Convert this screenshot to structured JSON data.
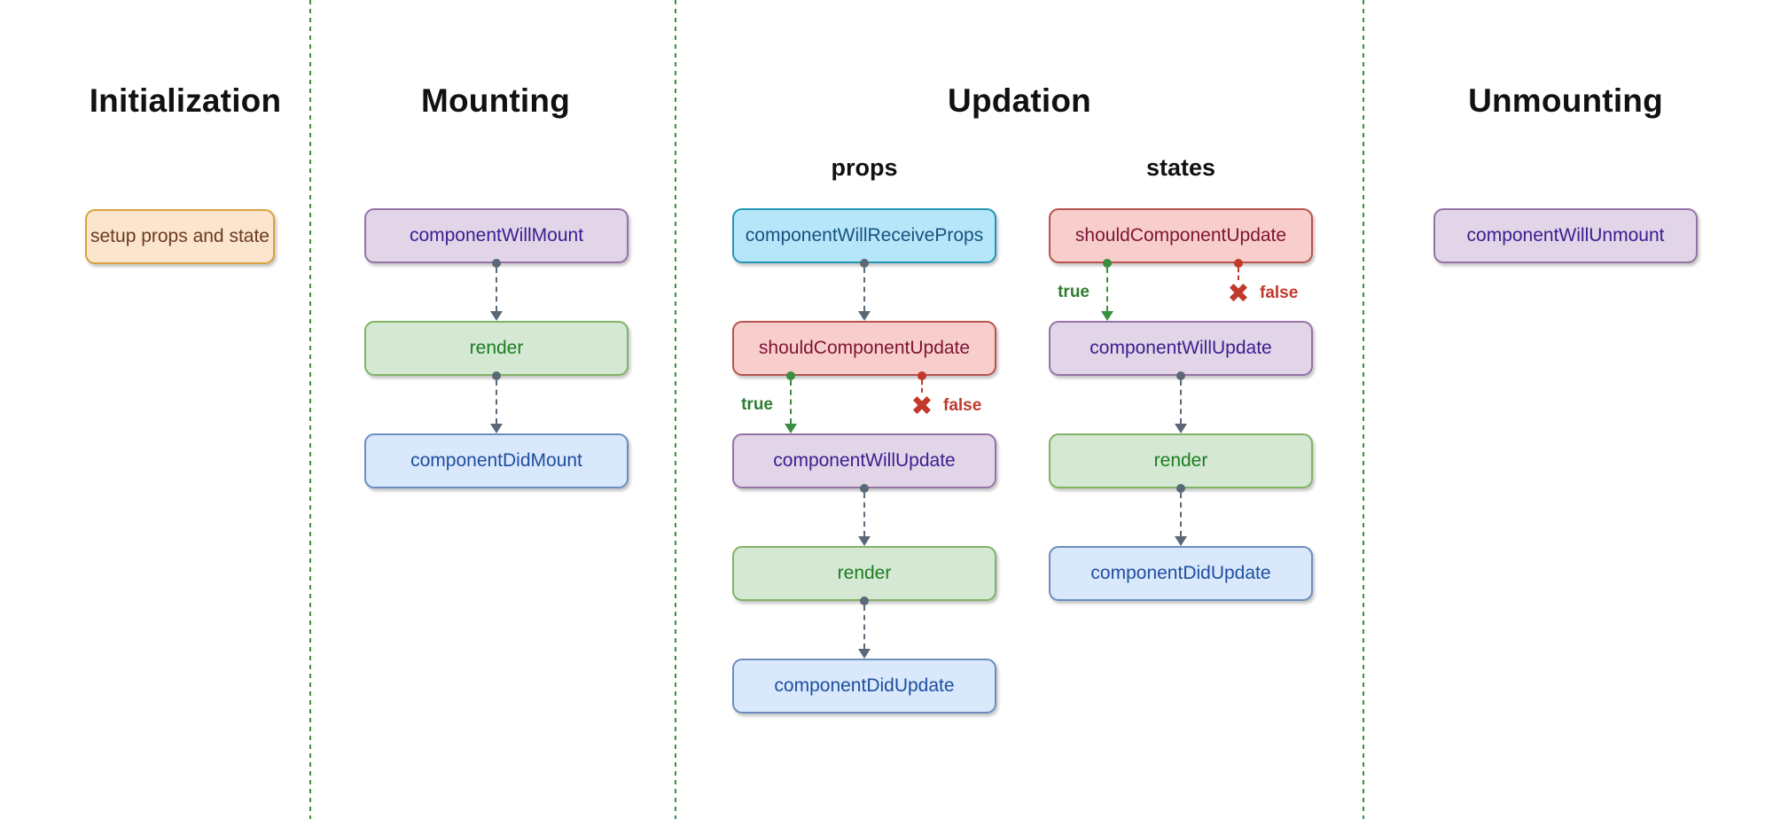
{
  "sections": {
    "initialization": {
      "title": "Initialization",
      "node": "setup props and state"
    },
    "mounting": {
      "title": "Mounting",
      "nodes": [
        "componentWillMount",
        "render",
        "componentDidMount"
      ]
    },
    "updation": {
      "title": "Updation",
      "props_column": {
        "subtitle": "props",
        "nodes": [
          "componentWillReceiveProps",
          "shouldComponentUpdate",
          "componentWillUpdate",
          "render",
          "componentDidUpdate"
        ],
        "true_label": "true",
        "false_label": "false"
      },
      "states_column": {
        "subtitle": "states",
        "nodes": [
          "shouldComponentUpdate",
          "componentWillUpdate",
          "render",
          "componentDidUpdate"
        ],
        "true_label": "true",
        "false_label": "false"
      }
    },
    "unmounting": {
      "title": "Unmounting",
      "node": "componentWillUnmount"
    }
  },
  "icons": {
    "false_x": "✖"
  },
  "colors": {
    "divider_green": "#3E8E41",
    "arrow_slate": "#5A6878",
    "true_green": "#2E7D32",
    "false_red": "#C0392B",
    "box_orange_fill": "#FBE5CD",
    "box_orange_border": "#D8A23E",
    "box_purple_fill": "#E1D5E7",
    "box_purple_border": "#9673A6",
    "box_green_fill": "#D5E8D4",
    "box_green_border": "#82B366",
    "box_blue_fill": "#DAE8FC",
    "box_blue_border": "#6C8EBF",
    "box_cyan_fill": "#B6E6FA",
    "box_cyan_border": "#2396B4",
    "box_red_fill": "#F8CECC",
    "box_red_border": "#B85450"
  }
}
